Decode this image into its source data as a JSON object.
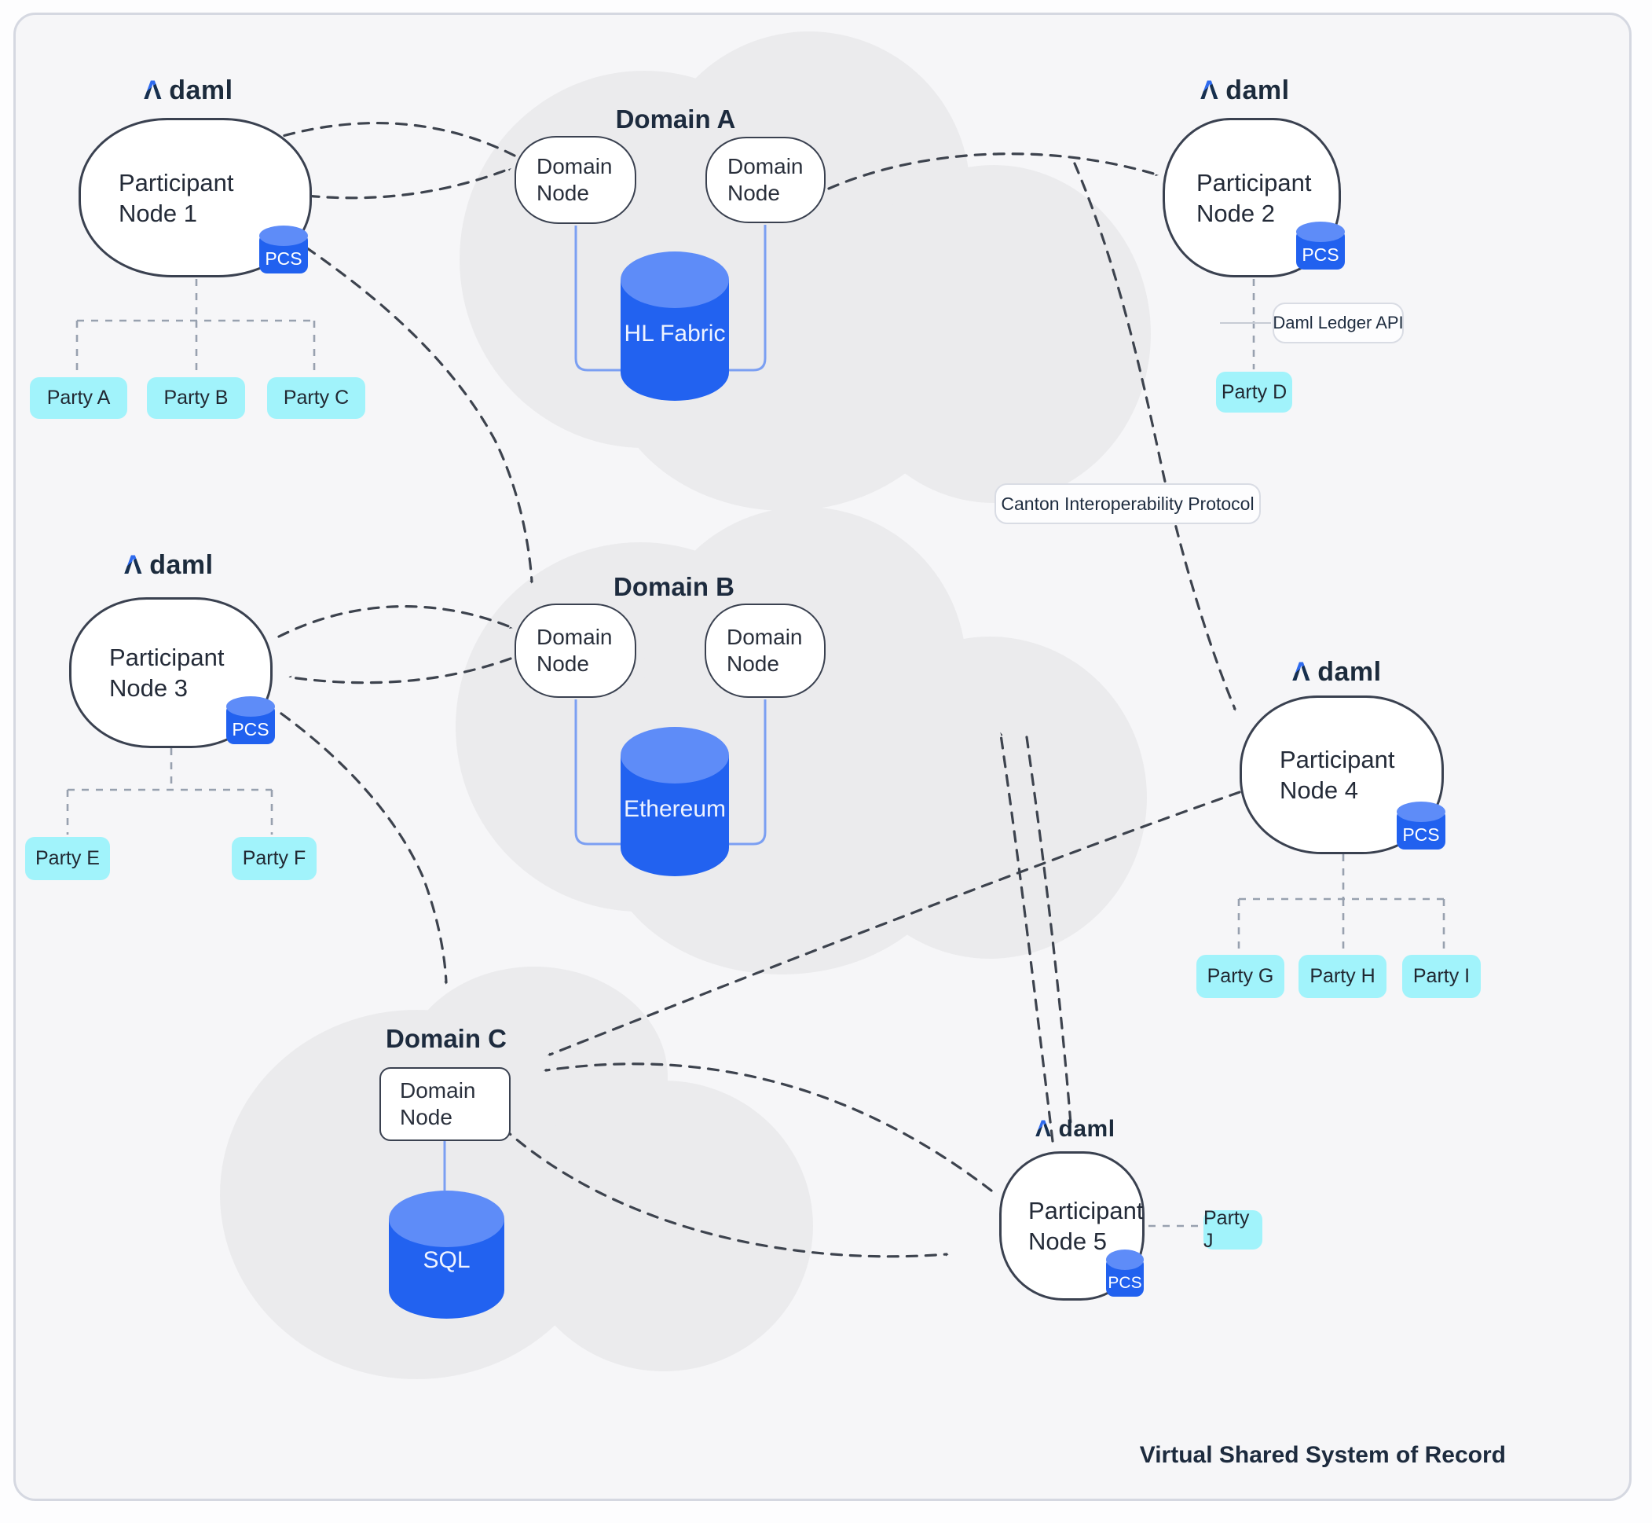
{
  "page": {
    "footer_title": "Virtual Shared System of Record"
  },
  "logos": {
    "lambda": "Λ",
    "daml": "daml"
  },
  "labels": {
    "canton": "Canton Interoperability Protocol",
    "daml_ledger_api": "Daml Ledger API"
  },
  "participants": [
    {
      "label": "Participant Node 1",
      "badge": "PCS",
      "parties": [
        "Party A",
        "Party B",
        "Party C"
      ]
    },
    {
      "label": "Participant Node 2",
      "badge": "PCS",
      "parties": [
        "Party D"
      ]
    },
    {
      "label": "Participant Node 3",
      "badge": "PCS",
      "parties": [
        "Party E",
        "Party F"
      ]
    },
    {
      "label": "Participant Node 4",
      "badge": "PCS",
      "parties": [
        "Party G",
        "Party H",
        "Party I"
      ]
    },
    {
      "label": "Participant Node 5",
      "badge": "PCS",
      "parties": [
        "Party J"
      ]
    }
  ],
  "domains": [
    {
      "name": "Domain A",
      "nodes": [
        "Domain Node",
        "Domain Node"
      ],
      "ledger": "HL Fabric"
    },
    {
      "name": "Domain B",
      "nodes": [
        "Domain Node",
        "Domain Node"
      ],
      "ledger": "Ethereum"
    },
    {
      "name": "Domain C",
      "nodes": [
        "Domain Node"
      ],
      "ledger": "SQL"
    }
  ],
  "colors": {
    "brand_blue": "#2262f0",
    "cylinder_top_blue": "#5e8cf8",
    "party_cyan": "#a1f3fb",
    "cloud_gray": "#ebebed",
    "node_border": "#3a4150",
    "arrow_dark": "#3d434e",
    "tree_dash_gray": "#98a1af",
    "title_navy": "#1d2b3e",
    "card_bg": "#f6f6f8",
    "card_border": "#d5d8e1"
  }
}
